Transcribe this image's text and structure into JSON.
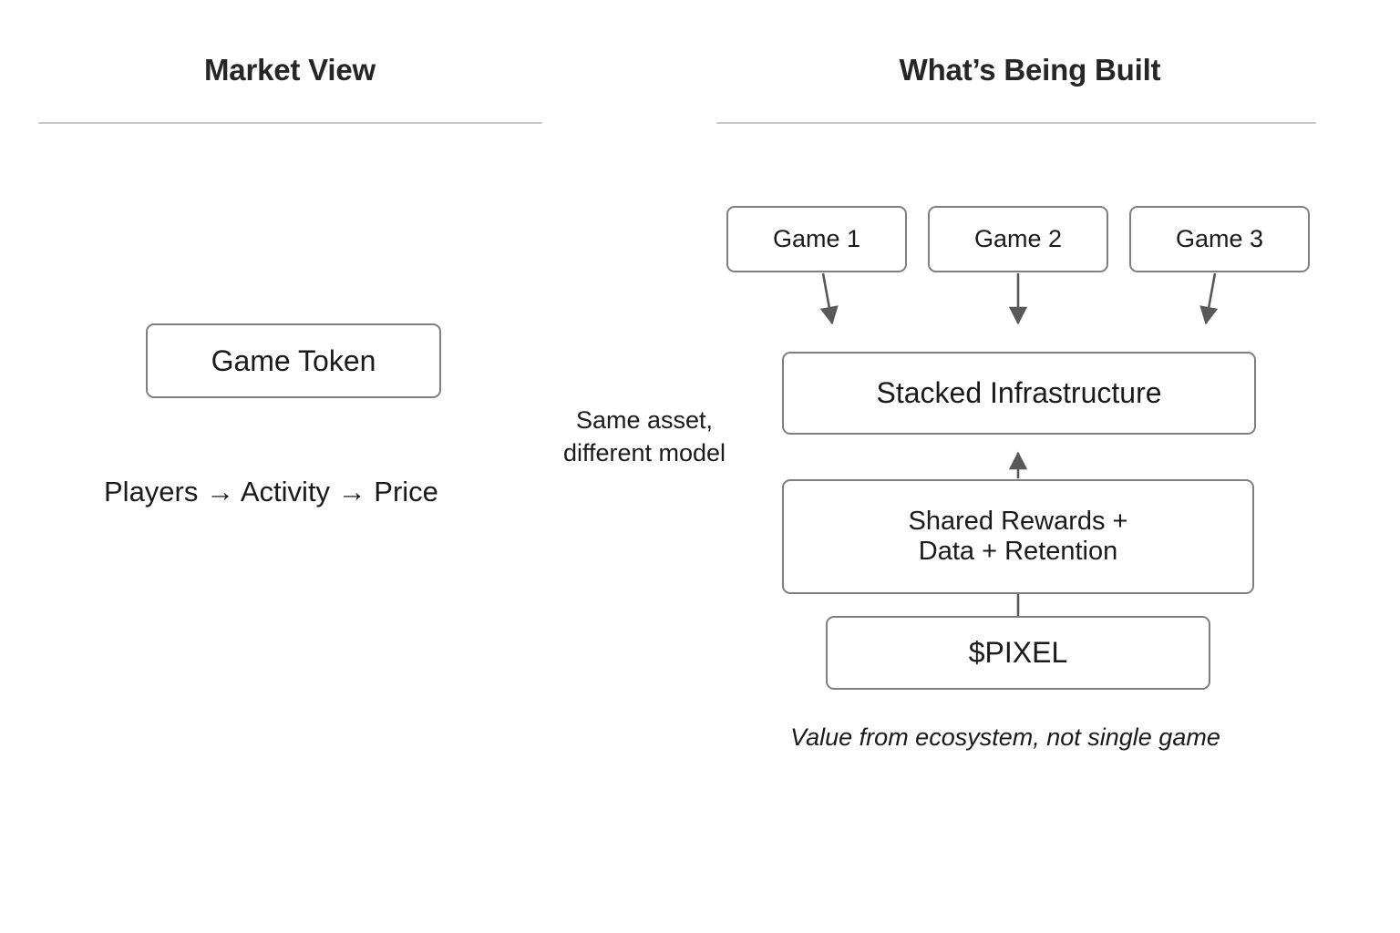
{
  "slide": {
    "background_color": "#ffffff",
    "box_border_color": "#7f7f7f",
    "rule_color": "#c9c9c9",
    "arrow_color": "#595959",
    "text_color": "#1a1a1a"
  },
  "left_column": {
    "title": "Market View",
    "token_box": {
      "label": "Game Token"
    },
    "flow": {
      "full": "Players → Activity → Price",
      "steps": [
        "Players",
        "Activity",
        "Price"
      ],
      "arrow_glyph": "→"
    }
  },
  "middle_note": {
    "line1": "Same asset,",
    "line2": "different model"
  },
  "right_column": {
    "title": "What’s Being Built",
    "game_boxes": [
      {
        "label": "Game 1"
      },
      {
        "label": "Game 2"
      },
      {
        "label": "Game 3"
      }
    ],
    "stack": [
      {
        "label": "Stacked Infrastructure"
      },
      {
        "label_line1": "Shared Rewards +",
        "label_line2": "Data + Retention"
      },
      {
        "label": "$PIXEL"
      }
    ],
    "caption": "Value from ecosystem, not single game"
  }
}
